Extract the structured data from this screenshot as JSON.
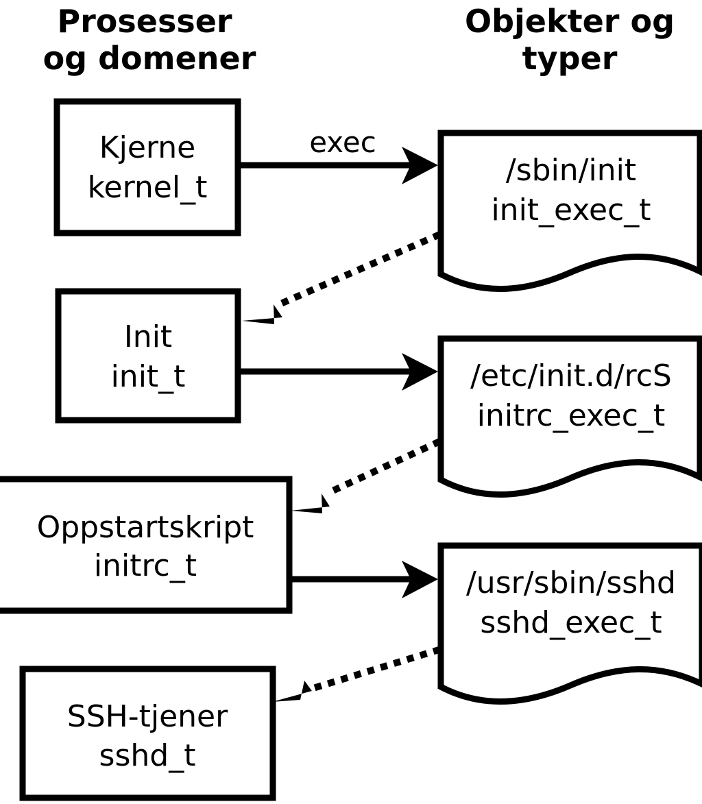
{
  "diagram": {
    "title_left": "Prosesser og domener",
    "title_right": "Objekter og typer",
    "headers": {
      "left": {
        "line1": "Prosesser",
        "line2": "og domener"
      },
      "right": {
        "line1": "Objekter og",
        "line2": "typer"
      }
    },
    "colors": {
      "stroke": "#000000",
      "fill": "#ffffff",
      "text": "#000000"
    },
    "processes": [
      {
        "id": "kernel",
        "line1": "Kjerne",
        "line2": "kernel_t"
      },
      {
        "id": "init",
        "line1": "Init",
        "line2": "init_t"
      },
      {
        "id": "initrc",
        "line1": "Oppstartskript",
        "line2": "initrc_t"
      },
      {
        "id": "sshd",
        "line1": "SSH-tjener",
        "line2": "sshd_t"
      }
    ],
    "objects": [
      {
        "id": "init_exec",
        "line1": "/sbin/init",
        "line2": "init_exec_t"
      },
      {
        "id": "initrc_exec",
        "line1": "/etc/init.d/rcS",
        "line2": "initrc_exec_t"
      },
      {
        "id": "sshd_exec",
        "line1": "/usr/sbin/sshd",
        "line2": "sshd_exec_t"
      }
    ],
    "edges": [
      {
        "id": "kernel-to-init_exec",
        "label": "exec",
        "style": "solid",
        "direction": "right"
      },
      {
        "id": "init_exec-to-init",
        "label": "",
        "style": "dotted",
        "direction": "left"
      },
      {
        "id": "init-to-initrc_exec",
        "label": "",
        "style": "solid",
        "direction": "right"
      },
      {
        "id": "initrc_exec-to-initrc",
        "label": "",
        "style": "dotted",
        "direction": "left"
      },
      {
        "id": "initrc-to-sshd_exec",
        "label": "",
        "style": "solid",
        "direction": "right"
      },
      {
        "id": "sshd_exec-to-sshd",
        "label": "",
        "style": "dotted",
        "direction": "left"
      }
    ]
  }
}
